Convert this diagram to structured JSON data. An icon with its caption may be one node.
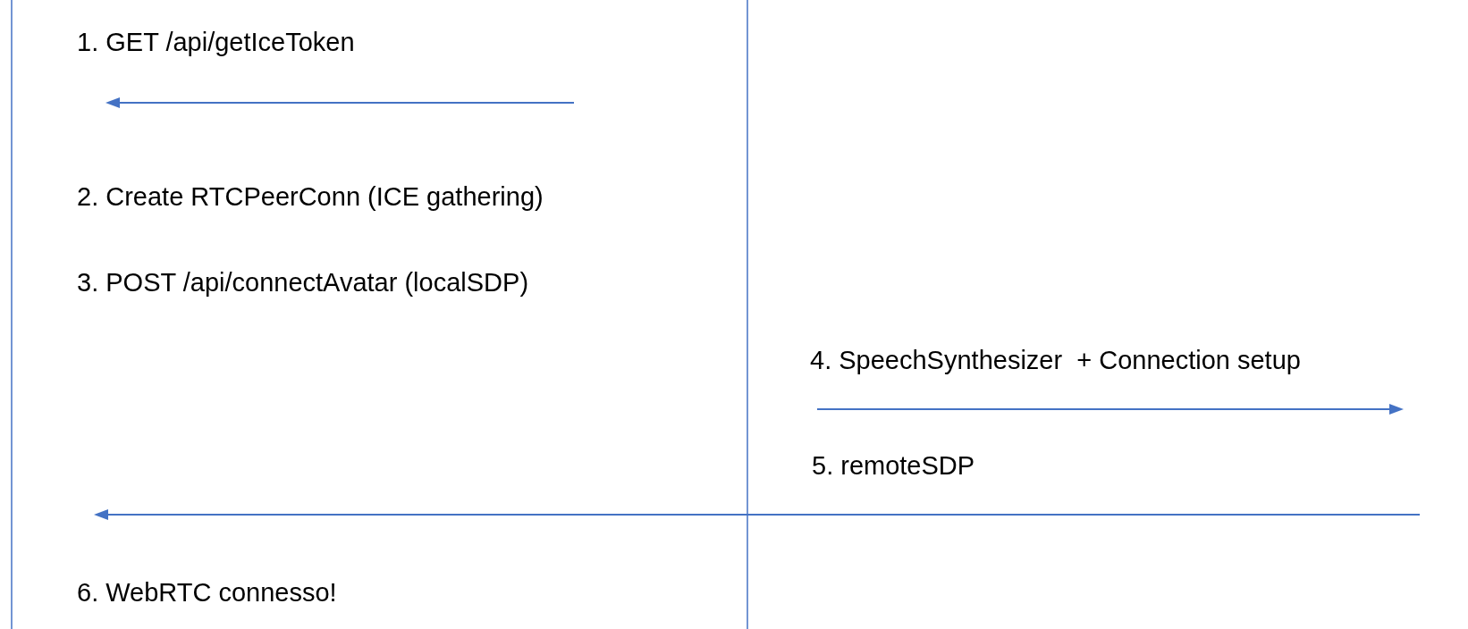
{
  "diagram": {
    "labels": [
      "1. GET /api/getIceToken",
      "2. Create RTCPeerConn (ICE gathering)",
      "3. POST /api/connectAvatar (localSDP)",
      "4. SpeechSynthesizer  + Connection setup",
      "5. remoteSDP",
      "6. WebRTC connesso!"
    ]
  }
}
